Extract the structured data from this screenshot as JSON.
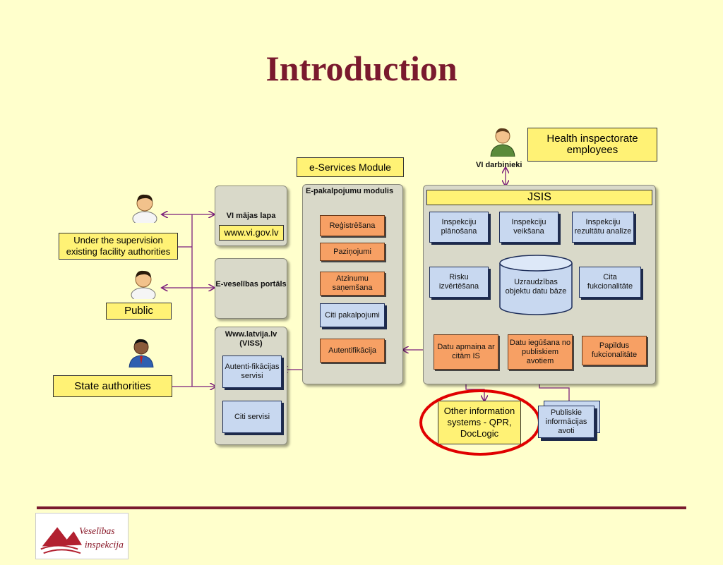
{
  "slide": {
    "title": "Introduction"
  },
  "actors": {
    "supervision_label": "Under the supervision existing facility authorities",
    "public_label": "Public",
    "state_label": "State authorities",
    "employees_label": "Health inspectorate employees",
    "employees_icon_caption": "VI darbinieki"
  },
  "left_portals": {
    "vi_site": {
      "title": "VI mājas lapa",
      "url": "www.vi.gov.lv"
    },
    "e_health": {
      "title": "E-veselības portāls"
    },
    "latvija": {
      "title": "Www.latvija.lv (VISS)",
      "auth": "Autenti-fikācijas servisi",
      "other": "Citi servisi"
    }
  },
  "eservices": {
    "label": "e-Services Module",
    "title": "E-pakalpojumu modulis",
    "items": [
      "Reģistrēšana",
      "Paziņojumi",
      "Atzinumu saņemšana",
      "Citi pakalpojumi",
      "Autentifikācija"
    ]
  },
  "jsis": {
    "label": "JSIS",
    "top_row": [
      "Inspekciju plānošana",
      "Inspekciju veikšana",
      "Inspekciju rezultātu analīze"
    ],
    "risk": "Risku izvērtēšana",
    "database": "Uzraudzības objektu datu bāze",
    "other_func": "Cita fukcionalitāte",
    "bottom_row": [
      "Datu apmaiņa ar citām IS",
      "Datu iegūšana no publiskiem avotiem",
      "Papildus fukcionalitāte"
    ]
  },
  "external": {
    "other_systems": "Other information systems - QPR, DocLogic",
    "public_sources": "Publiskie informācijas avoti"
  },
  "colors": {
    "background": "#FFFFCC",
    "title": "#7A1A2E",
    "connector": "#7B1F7B",
    "highlight_ellipse": "#E00000"
  },
  "icons": {
    "person": "person-icon",
    "businessman": "businessman-icon",
    "database": "database-cylinder-icon",
    "logo": "veselibas-inspekcija-logo"
  }
}
